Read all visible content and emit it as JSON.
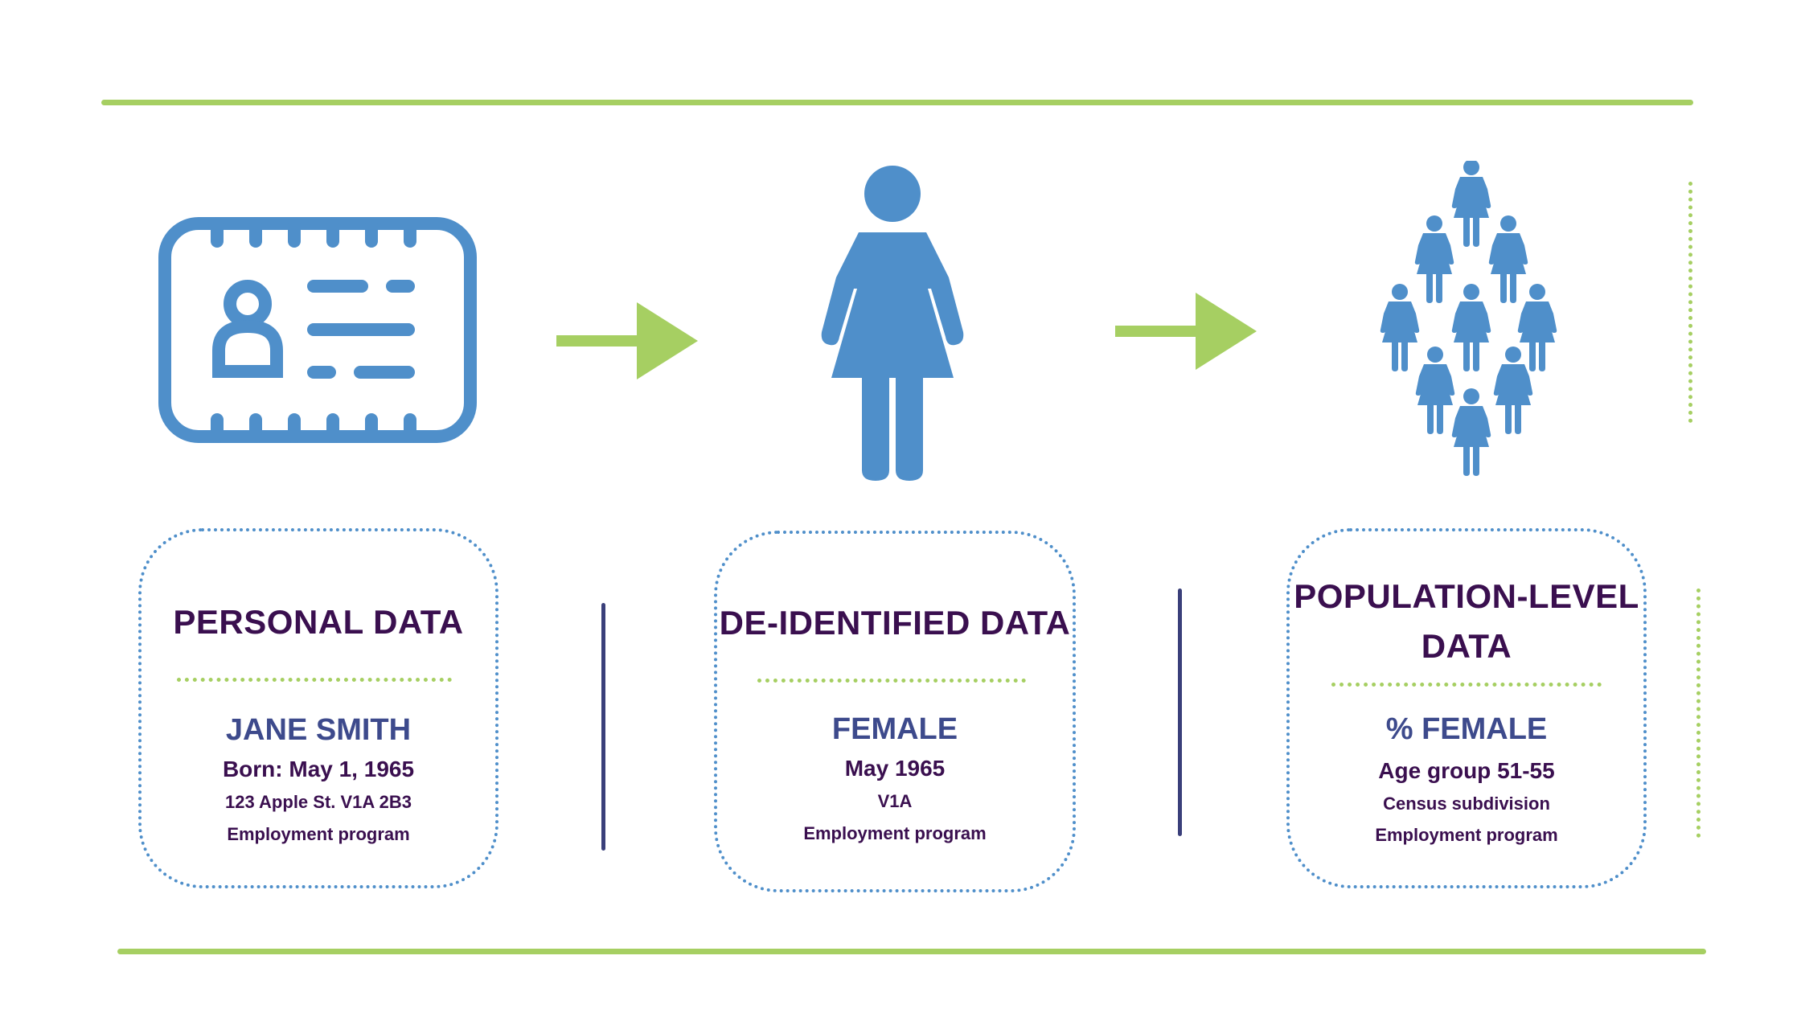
{
  "colors": {
    "accent_green": "#a6cf62",
    "icon_blue": "#4f8fca",
    "title_purple": "#3a0f4f",
    "subtitle_blue": "#3d4a8c",
    "separator_navy": "#3a3f7a"
  },
  "icons": {
    "stage1": "id-card-icon",
    "stage2": "woman-icon",
    "stage3": "population-group-icon",
    "connector": "arrow-right-icon"
  },
  "cards": [
    {
      "title": "PERSONAL DATA",
      "subtitle": "JANE SMITH",
      "line1": "Born: May 1, 1965",
      "line2": "123 Apple St. V1A 2B3",
      "line3": "Employment program"
    },
    {
      "title": "DE-IDENTIFIED DATA",
      "subtitle": "FEMALE",
      "line1": "May  1965",
      "line2": "V1A",
      "line3": "Employment program"
    },
    {
      "title_line1": "POPULATION-LEVEL",
      "title_line2": "DATA",
      "subtitle": "% FEMALE",
      "line1": "Age group 51-55",
      "line2": "Census subdivision",
      "line3": "Employment program"
    }
  ]
}
